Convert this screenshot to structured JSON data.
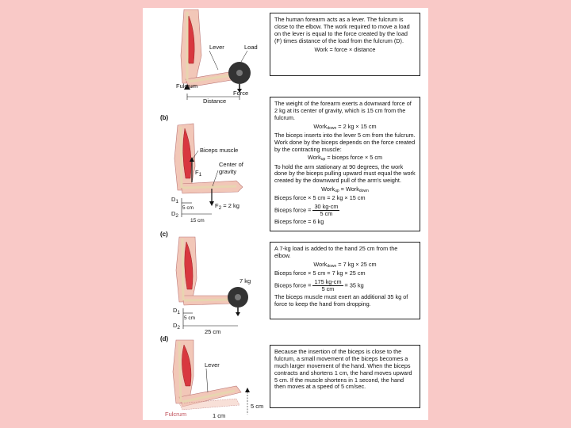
{
  "panels": {
    "a": {
      "fig": {
        "lever": "Lever",
        "load": "Load",
        "fulcrum": "Fulcrum",
        "force": "Force",
        "distance": "Distance"
      },
      "text": {
        "p1": "The human forearm acts as a lever. The fulcrum is close to the elbow. The work required to move a load on the lever is equal to the force created by the load (F) times distance of the load from the fulcrum (D).",
        "eq": "Work = force × distance"
      }
    },
    "b": {
      "label": "(b)",
      "fig": {
        "biceps": "Biceps muscle",
        "center1": "Center of",
        "center2": "gravity",
        "f1": "F",
        "f1sub": "1",
        "f2": "F",
        "f2sub": "2",
        "f2val": " = 2 kg",
        "d1": "D",
        "d1sub": "1",
        "d1val": "5 cm",
        "d2": "D",
        "d2sub": "2",
        "d2val": "15 cm"
      },
      "text": {
        "p1": "The weight of the forearm exerts a downward force of 2 kg at its center of gravity, which is 15 cm from the fulcrum.",
        "eq1a": "Work",
        "eq1sub": "down",
        "eq1b": " = 2 kg × 15 cm",
        "p2": "The biceps inserts into the lever 5 cm from the fulcrum. Work done by the biceps depends on the force created by the contracting muscle:",
        "eq2a": "Work",
        "eq2sub": "up",
        "eq2b": " = biceps force × 5 cm",
        "p3": "To hold the arm stationary at 90 degrees, the work done by the biceps pulling upward must equal the work created by the downward pull of the arm's weight.",
        "eq3a": "Work",
        "eq3sub": "up",
        "eq3b": " = Work",
        "eq3sub2": "down",
        "eq4": "Biceps force × 5 cm = 2 kg × 15 cm",
        "eq5a": "Biceps force =",
        "eq5num": "30 kg-cm",
        "eq5den": "5 cm",
        "eq6": "Biceps force = 6 kg"
      }
    },
    "c": {
      "label": "(c)",
      "fig": {
        "load": "7 kg",
        "d1": "D",
        "d1sub": "1",
        "d1val": "5 cm",
        "d2": "D",
        "d2sub": "2",
        "d2val": "25 cm"
      },
      "text": {
        "p1": "A 7-kg load is added to the hand 25 cm from the elbow.",
        "eq1a": "Work",
        "eq1sub": "down",
        "eq1b": " = 7 kg × 25 cm",
        "eq2": "Biceps force × 5 cm = 7 kg × 25 cm",
        "eq3a": "Biceps force =",
        "eq3num": "175 kg-cm",
        "eq3den": "5 cm",
        "eq3b": "= 35 kg",
        "p2": "The biceps muscle must exert an additional 35 kg of force to keep the hand from dropping."
      }
    },
    "d": {
      "label": "(d)",
      "fig": {
        "lever": "Lever",
        "fulcrum": "Fulcrum",
        "d1": "1 cm",
        "d2": "5 cm"
      },
      "text": {
        "p1": "Because the insertion of the biceps is close to the fulcrum, a small movement of the biceps becomes a much larger movement of the hand. When the biceps contracts and shortens 1 cm, the hand moves upward 5 cm. If the muscle shortens in 1 second, the hand then moves at a speed of 5 cm/sec."
      }
    }
  },
  "colors": {
    "background": "#f9c9c7",
    "muscle": "#d8383f",
    "bone": "#e8d5b0",
    "skin": "#f2c7b8",
    "weight": "#333333"
  }
}
